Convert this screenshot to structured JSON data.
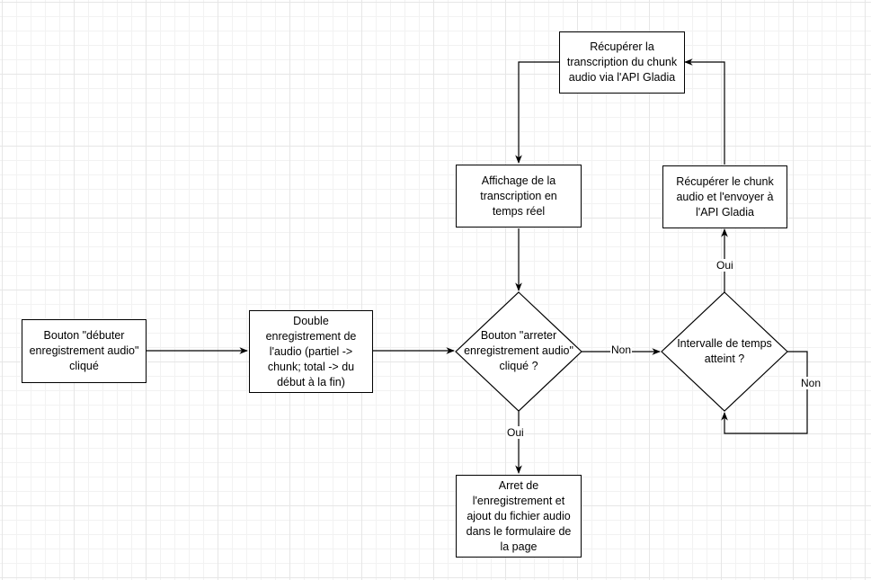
{
  "nodes": {
    "start": "Bouton \"débuter\nenregistrement audio\"\ncliqué",
    "double": "Double\nenregistrement de\nl'audio (partiel ->\nchunk; total -> du\ndébut à la fin)",
    "stop_question": "Bouton \"arreter\nenregistrement audio\"\ncliqué ?",
    "interval_question": "Intervalle de temps\natteint ?",
    "get_chunk": "Récupérer le chunk\naudio et l'envoyer à\nl'API Gladia",
    "get_transcription": "Récupérer la\ntranscription du chunk\naudio via l'API Gladia",
    "display": "Affichage de la\ntranscription en\ntemps réel",
    "end": "Arret de\nl'enregistrement et\najout du fichier audio\ndans le formulaire de\nla page"
  },
  "edge_labels": {
    "stop_no": "Non",
    "stop_yes": "Oui",
    "interval_yes": "Oui",
    "interval_no": "Non"
  }
}
